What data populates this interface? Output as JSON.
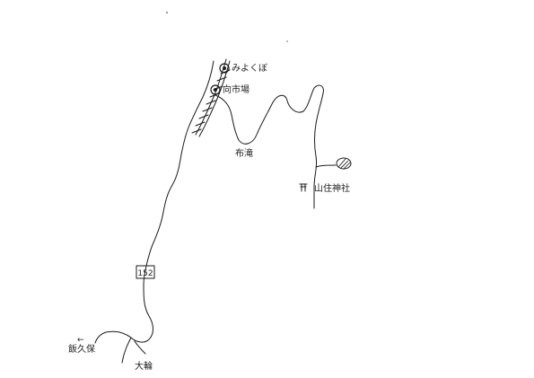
{
  "labels": {
    "station_mitsukubo": "みよくぼ",
    "station_mukaiichiba": "向市場",
    "place_nunotaki": "布滝",
    "shrine_name": "山住神社",
    "route_number": "152",
    "place_iida": "飯久保",
    "place_owa": "大輪",
    "arrow_left": "←"
  },
  "icons": {
    "shrine": "torii-symbol-icon",
    "station": "station-circle-icon",
    "peak": "hatched-peak-icon"
  },
  "colors": {
    "ink": "#1a1a1a",
    "paper": "#ffffff"
  }
}
